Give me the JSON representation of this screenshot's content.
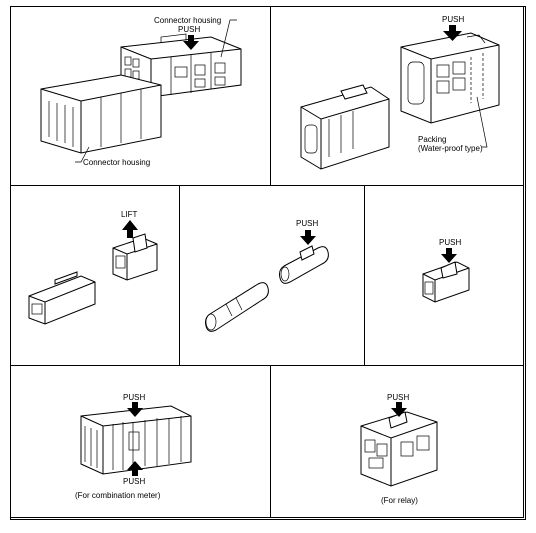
{
  "figure": {
    "panels": [
      {
        "id": "top-left",
        "labels": {
          "housing_top": "Connector housing",
          "push": "PUSH",
          "housing_bottom": "Connector housing"
        }
      },
      {
        "id": "top-right",
        "labels": {
          "push": "PUSH",
          "packing_line1": "Packing",
          "packing_line2": "(Water-proof type)"
        }
      },
      {
        "id": "mid-left",
        "labels": {
          "lift": "LIFT"
        }
      },
      {
        "id": "mid-center",
        "labels": {
          "push": "PUSH"
        }
      },
      {
        "id": "mid-right",
        "labels": {
          "push": "PUSH"
        }
      },
      {
        "id": "bottom-left",
        "labels": {
          "push_top": "PUSH",
          "push_bottom": "PUSH",
          "caption": "(For combination meter)"
        }
      },
      {
        "id": "bottom-right",
        "labels": {
          "push": "PUSH",
          "caption": "(For relay)"
        }
      }
    ],
    "arrow_color": "#000000",
    "line_color": "#000000",
    "background": "#ffffff"
  }
}
